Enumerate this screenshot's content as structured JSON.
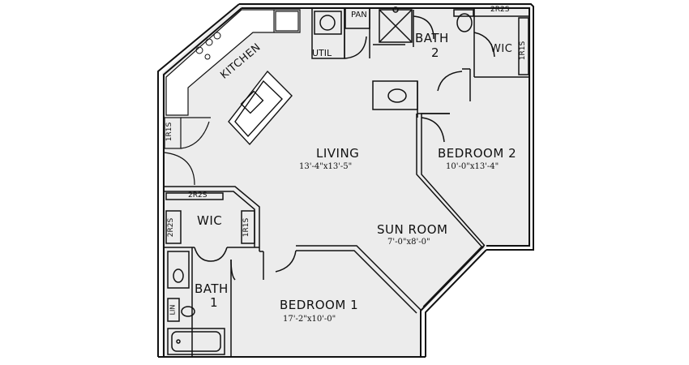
{
  "rooms": {
    "kitchen": "KITCHEN",
    "living": {
      "name": "LIVING",
      "size": "13'-4\"x13'-5\""
    },
    "bedroom2": {
      "name": "BEDROOM 2",
      "size": "10'-0\"x13'-4\""
    },
    "sunroom": {
      "name": "SUN ROOM",
      "size": "7'-0\"x8'-0\""
    },
    "bedroom1": {
      "name": "BEDROOM 1",
      "size": "17'-2\"x10'-0\""
    },
    "bath2": {
      "line1": "BATH",
      "line2": "2"
    },
    "bath1": {
      "line1": "BATH",
      "line2": "1"
    },
    "wic_left": "WIC",
    "wic_right": "WIC",
    "util": "UTIL",
    "pan": "PAN"
  },
  "fixtures": {
    "closet_2r2s_top_right": "2R2S",
    "closet_1r1s_right": "1R1S",
    "closet_1r1s_left": "1R1S",
    "closet_2r2s_wic_top": "2R2S",
    "closet_2r2s_wic_left": "2R2S",
    "closet_1r1s_wic_right": "1R1S",
    "linen": "LIN"
  }
}
